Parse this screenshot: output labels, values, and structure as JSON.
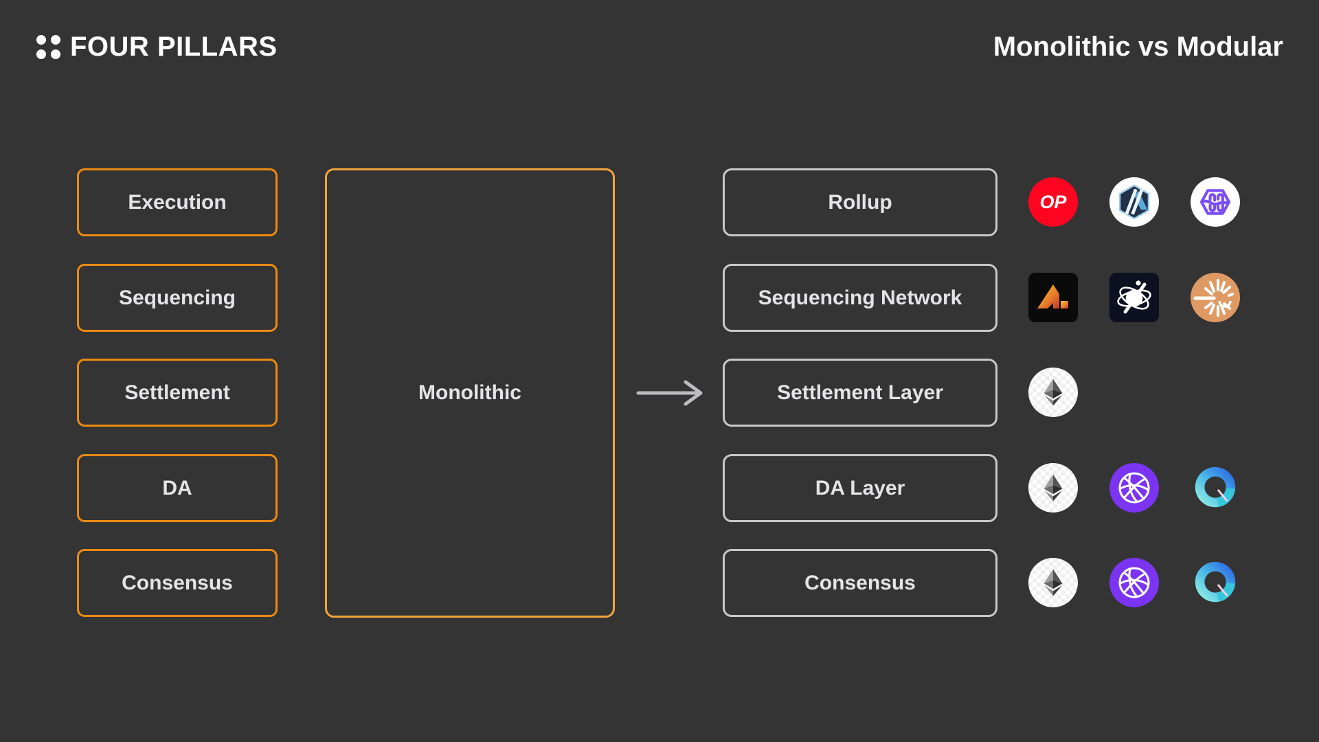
{
  "header": {
    "brand": "FOUR PILLARS",
    "title": "Monolithic vs Modular"
  },
  "pillars": {
    "items": [
      {
        "label": "Execution"
      },
      {
        "label": "Sequencing"
      },
      {
        "label": "Settlement"
      },
      {
        "label": "DA"
      },
      {
        "label": "Consensus"
      }
    ]
  },
  "monolithic": {
    "label": "Monolithic"
  },
  "modular": {
    "rows": [
      {
        "label": "Rollup",
        "icons": [
          {
            "name": "optimism",
            "text": "OP"
          },
          {
            "name": "arbitrum"
          },
          {
            "name": "purple-hexagon"
          }
        ]
      },
      {
        "label": "Sequencing Network",
        "icons": [
          {
            "name": "astria"
          },
          {
            "name": "espresso"
          },
          {
            "name": "radius"
          }
        ]
      },
      {
        "label": "Settlement Layer",
        "icons": [
          {
            "name": "ethereum"
          }
        ]
      },
      {
        "label": "DA Layer",
        "icons": [
          {
            "name": "ethereum"
          },
          {
            "name": "celestia"
          },
          {
            "name": "avail"
          }
        ]
      },
      {
        "label": "Consensus",
        "icons": [
          {
            "name": "ethereum"
          },
          {
            "name": "celestia"
          },
          {
            "name": "avail"
          }
        ]
      }
    ]
  },
  "colors": {
    "background": "#343434",
    "pillar_border": "#EE8A12",
    "monolithic_border": "#F2A53C",
    "modular_border": "#C9C9CC",
    "label_text": "#E4E4E6",
    "title_text": "#FAFAFA",
    "arrow": "#BDBDC0",
    "optimism_red": "#FF0420",
    "arbitrum_navy": "#213147",
    "arbitrum_blue": "#9DCCED",
    "hexagon_purple": "#7C4DF5",
    "astria_black": "#0A0A0A",
    "espresso_navy": "#0C1020",
    "radius_orange": "#DF9A64",
    "celestia_purple": "#7B35F2",
    "avail_blue": "#38A9E4"
  }
}
